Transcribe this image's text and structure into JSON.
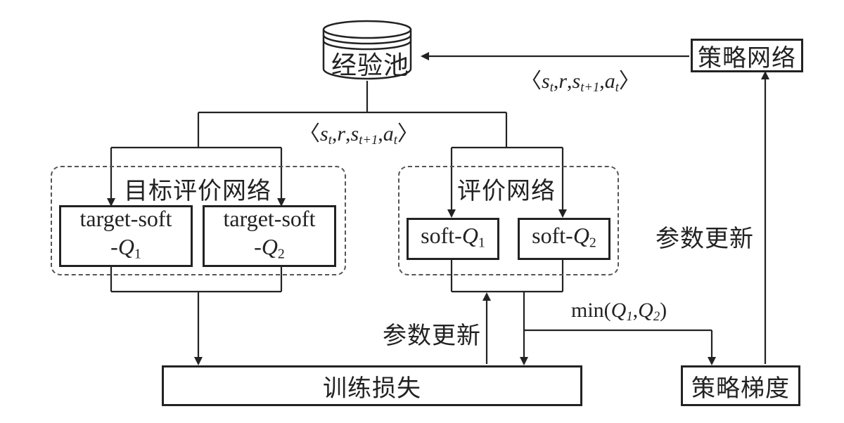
{
  "nodes": {
    "experience_pool": "经验池",
    "policy_network": "策略网络",
    "target_critic_group": "目标评价网络",
    "critic_group": "评价网络",
    "target_soft_q1_line1": "target-soft",
    "target_soft_q1_line2": "-Q",
    "target_soft_q1_sub": "1",
    "target_soft_q2_line1": "target-soft",
    "target_soft_q2_line2": "-Q",
    "target_soft_q2_sub": "2",
    "soft_q1_prefix": "soft-",
    "soft_q1_q": "Q",
    "soft_q1_sub": "1",
    "soft_q2_prefix": "soft-",
    "soft_q2_q": "Q",
    "soft_q2_sub": "2",
    "training_loss": "训练损失",
    "policy_gradient": "策略梯度"
  },
  "edge_labels": {
    "param_update_left": "参数更新",
    "param_update_right": "参数更新",
    "min_func": "min",
    "min_q": "Q",
    "min_sub1": "1",
    "min_sub2": "2",
    "tuple_s": "s",
    "tuple_t": "t",
    "tuple_r": "r",
    "tuple_t1": "t+1",
    "tuple_a": "a",
    "tuple_open": "〈",
    "tuple_close": "〉",
    "tuple_comma": ","
  },
  "colors": {
    "stroke": "#222222",
    "dashed": "#555555",
    "background": "#ffffff"
  }
}
